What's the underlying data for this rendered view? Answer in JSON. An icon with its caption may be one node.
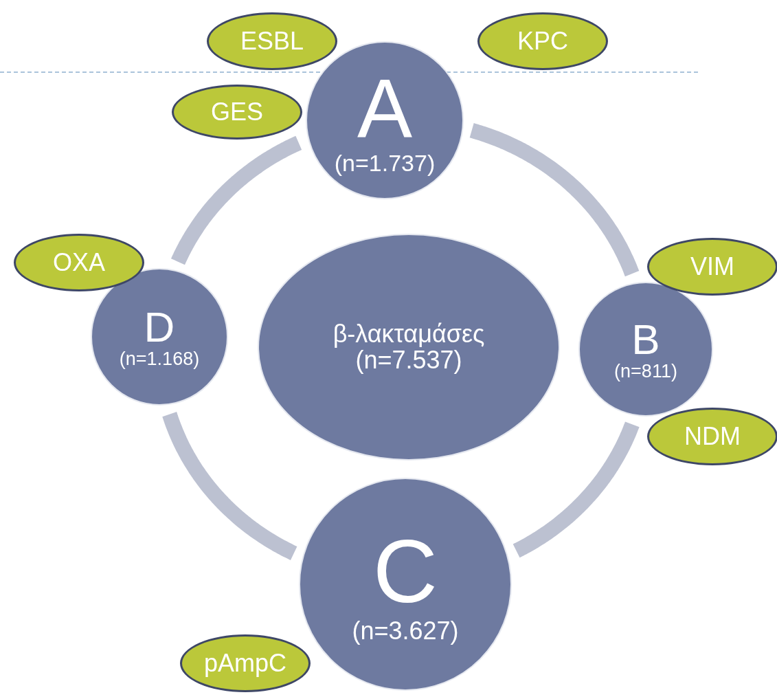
{
  "diagram": {
    "nodes": [
      {
        "text": [
          "ESBL"
        ]
      },
      {
        "text": [
          "KPC"
        ]
      },
      {
        "text": [
          "A",
          "(n=1.737)"
        ]
      },
      {
        "text": [
          "GES"
        ]
      },
      {
        "text": [
          "OXA"
        ]
      },
      {
        "text": [
          "VIM"
        ]
      },
      {
        "text": [
          "D",
          "(n=1.168)"
        ]
      },
      {
        "text": [
          "β-λακταμάσες",
          "(n=7.537)"
        ]
      },
      {
        "text": [
          "B",
          "(n=811)"
        ]
      },
      {
        "text": [
          "NDM"
        ]
      },
      {
        "text": [
          "C",
          "(n=3.627)"
        ]
      },
      {
        "text": [
          "pAmpC"
        ]
      }
    ],
    "edges": [
      {
        "from": 2,
        "to": 8,
        "arrow": "none"
      },
      {
        "from": 8,
        "to": 10,
        "arrow": "none"
      },
      {
        "from": 10,
        "to": 6,
        "arrow": "none"
      },
      {
        "from": 6,
        "to": 2,
        "arrow": "none"
      }
    ]
  }
}
